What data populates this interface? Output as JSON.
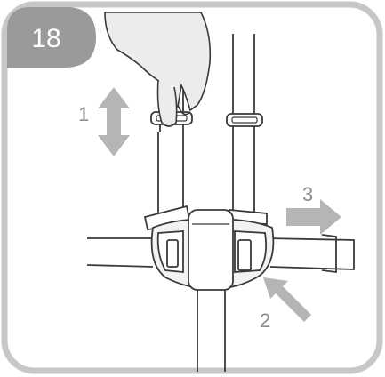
{
  "figure": {
    "step_number": "18",
    "labels": {
      "pull_up_down": "1",
      "push_in": "2",
      "pull_out": "3"
    },
    "colors": {
      "frame": "#c7c7c7",
      "badge": "#9a9a9a",
      "arrow": "#b5b5b5",
      "line": "#3a3a3a",
      "hand_fill": "#ececec",
      "buckle_fill": "#f2f2f2",
      "background": "#ffffff"
    }
  }
}
